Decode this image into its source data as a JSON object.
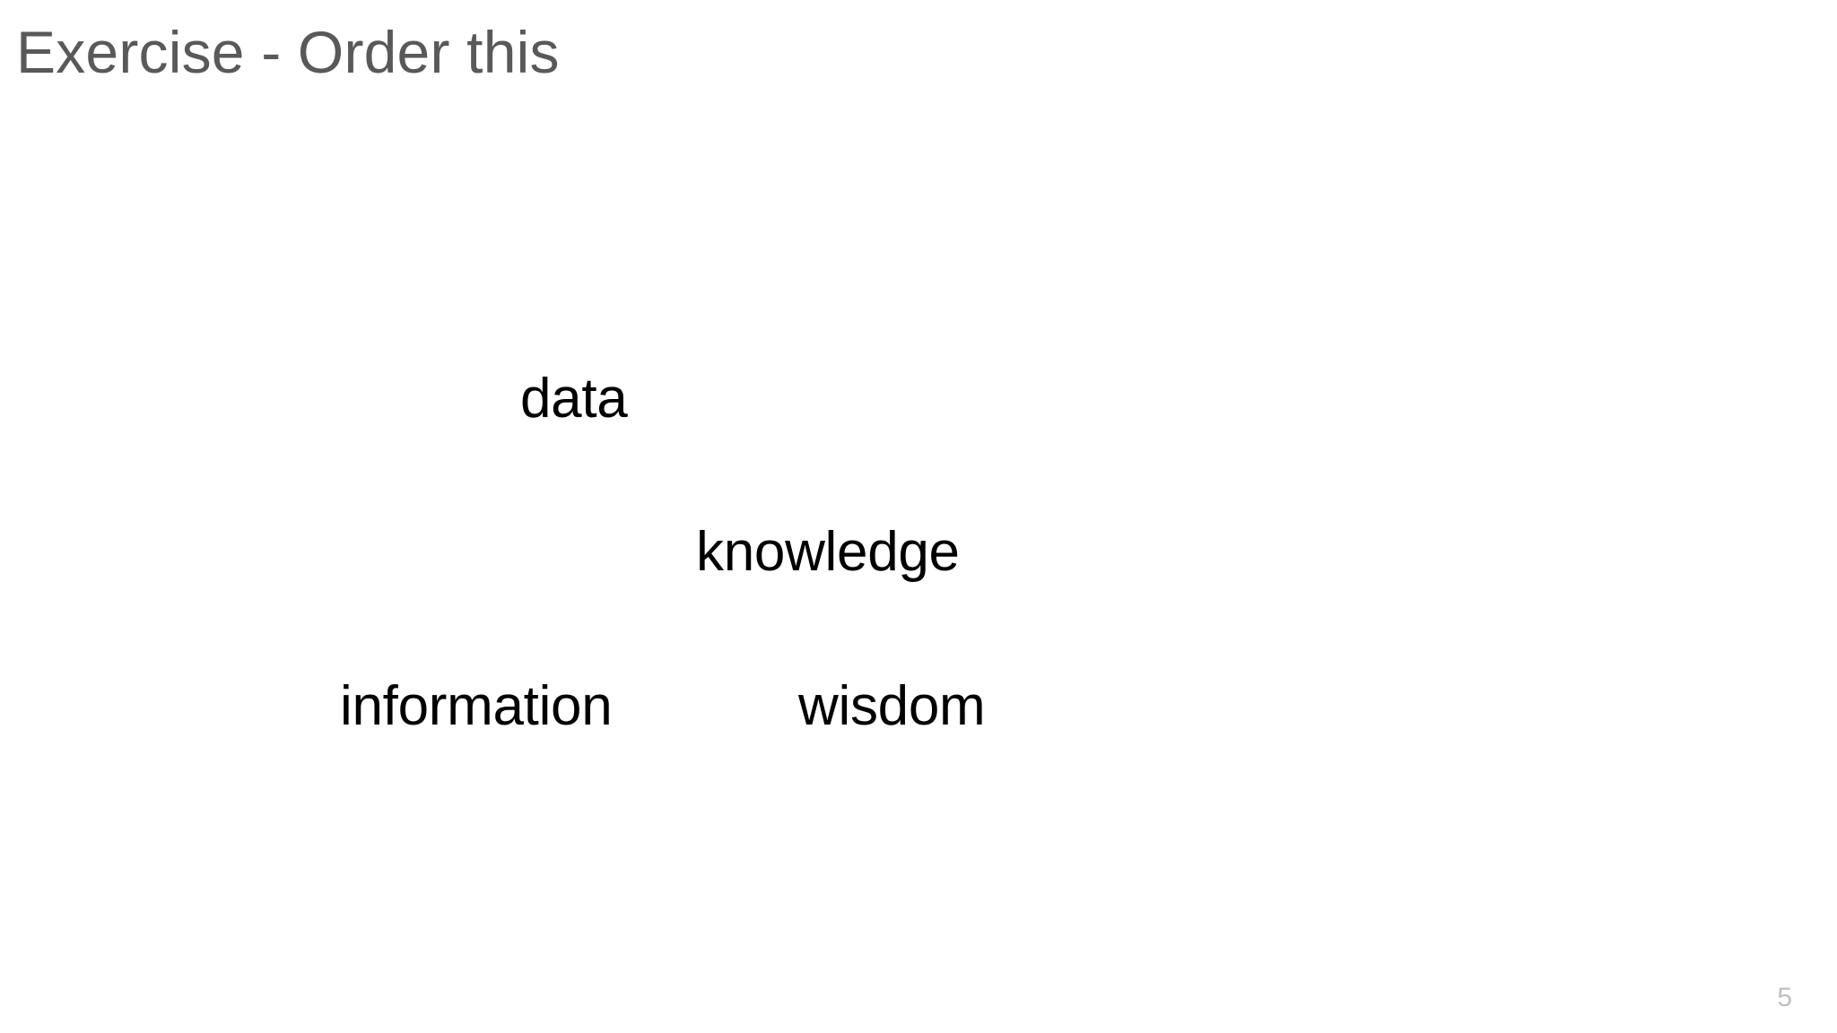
{
  "slide": {
    "title": "Exercise - Order this",
    "page_number": "5",
    "background_color": "#ffffff",
    "title_color": "#595959",
    "body_text_color": "#000000",
    "page_number_color": "#c0c0c0"
  },
  "words": [
    {
      "label": "data",
      "name": "word-data"
    },
    {
      "label": "knowledge",
      "name": "word-knowledge"
    },
    {
      "label": "information",
      "name": "word-information"
    },
    {
      "label": "wisdom",
      "name": "word-wisdom"
    }
  ]
}
